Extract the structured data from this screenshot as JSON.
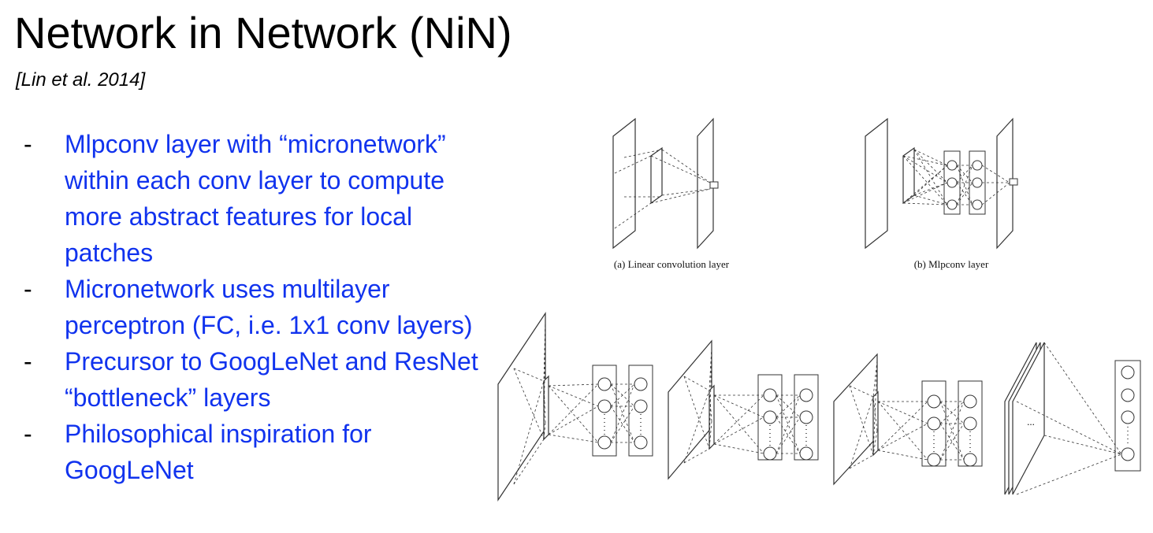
{
  "slide": {
    "title": "Network in Network (NiN)",
    "citation": "[Lin et al. 2014]",
    "bullets": [
      "Mlpconv layer with “micronetwork” within each conv layer to compute more abstract features for local patches",
      "Micronetwork uses multilayer perceptron (FC, i.e. 1x1 conv layers)",
      "Precursor to GoogLeNet and ResNet “bottleneck” layers",
      "Philosophical inspiration for GoogLeNet"
    ],
    "bullet_marker": "-"
  },
  "figure": {
    "caption_a": "(a) Linear convolution layer",
    "caption_b": "(b) Mlpconv layer",
    "ellipsis": "..."
  },
  "colors": {
    "title": "#000000",
    "bullet_text": "#1133ee",
    "diagram_stroke": "#333333"
  }
}
